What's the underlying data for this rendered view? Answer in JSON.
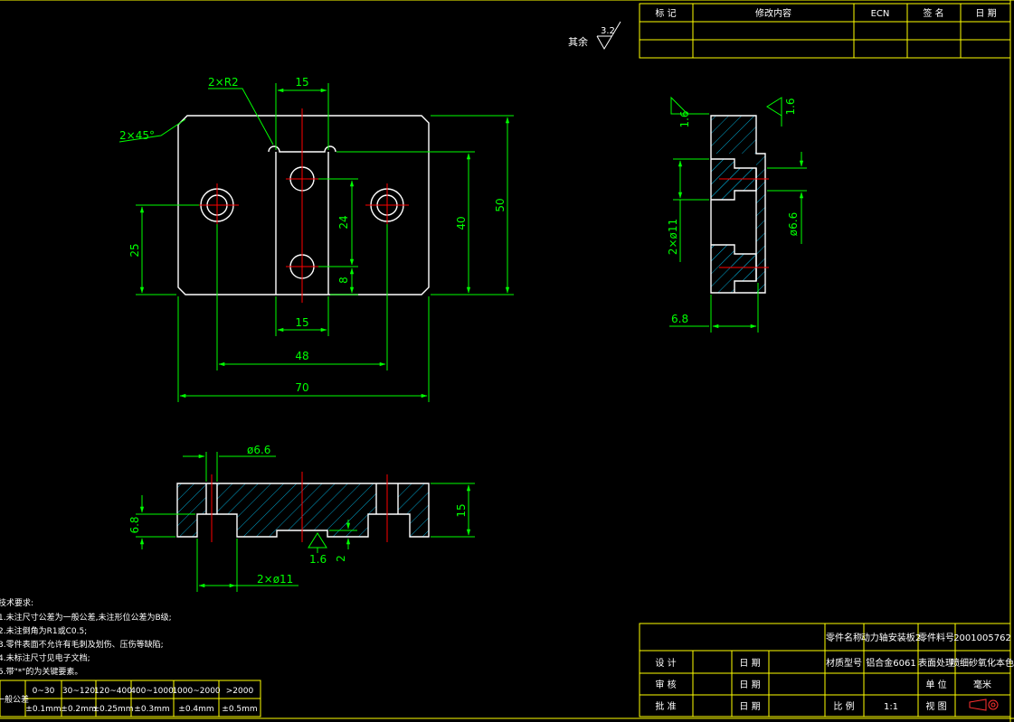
{
  "roughness": {
    "prefix": "其余",
    "value": "3.2"
  },
  "revision_table": {
    "headers": [
      "标 记",
      "修改内容",
      "ECN",
      "签 名",
      "日 期"
    ]
  },
  "top_view": {
    "chamfer": "2×45°",
    "radius": "2×R2",
    "slot_width_top": "15",
    "slot_width_bottom": "15",
    "hole_spacing": "48",
    "overall_width": "70",
    "height_25": "25",
    "hole_pitch": "24",
    "hole_offset": "8",
    "height_40": "40",
    "overall_height": "50"
  },
  "front_section": {
    "hole_dia": "ø6.6",
    "cbore_depth": "6.8",
    "thickness": "15",
    "roughness": "1.6",
    "slot_depth": "2",
    "cbore_dia": "2×ø11"
  },
  "side_section": {
    "roughness_left": "1.6",
    "roughness_right": "1.6",
    "cbore_dia": "2×ø11",
    "hole_dia": "ø6.6",
    "depth": "6.8"
  },
  "notes": {
    "title": "技术要求:",
    "lines": [
      "1.未注尺寸公差为一般公差,未注形位公差为B级;",
      "2.未注倒角为R1或C0.5;",
      "3.零件表面不允许有毛刺及划伤、压伤等缺陷;",
      "4.未标注尺寸见电子文档;",
      "5.带\"*\"的为关键要素。"
    ]
  },
  "tolerance_table": {
    "row_label": "一般公差",
    "ranges": [
      "0~30",
      "30~120",
      "120~400",
      "400~1000",
      "1000~2000",
      ">2000"
    ],
    "tolerances": [
      "±0.1mm",
      "±0.2mm",
      "±0.25mm",
      "±0.3mm",
      "±0.4mm",
      "±0.5mm"
    ]
  },
  "title_block": {
    "part_name_label": "零件名称",
    "part_name": "动力轴安装板2",
    "part_no_label": "零件料号",
    "part_no": "2001005762",
    "design_label": "设 计",
    "check_label": "审 核",
    "approve_label": "批 准",
    "date_label": "日 期",
    "material_label": "材质型号",
    "material": "铝合金6061",
    "surface_label": "表面处理",
    "surface": "喷细砂氧化本色",
    "unit_label": "单 位",
    "unit": "毫米",
    "scale_label": "比 例",
    "scale": "1:1",
    "view_label": "视 图"
  },
  "colors": {
    "outline": "#ffffff",
    "dimension": "#00ff00",
    "centerline": "#ff0000",
    "hatch": "#00a0c8",
    "border": "#ffff00"
  }
}
